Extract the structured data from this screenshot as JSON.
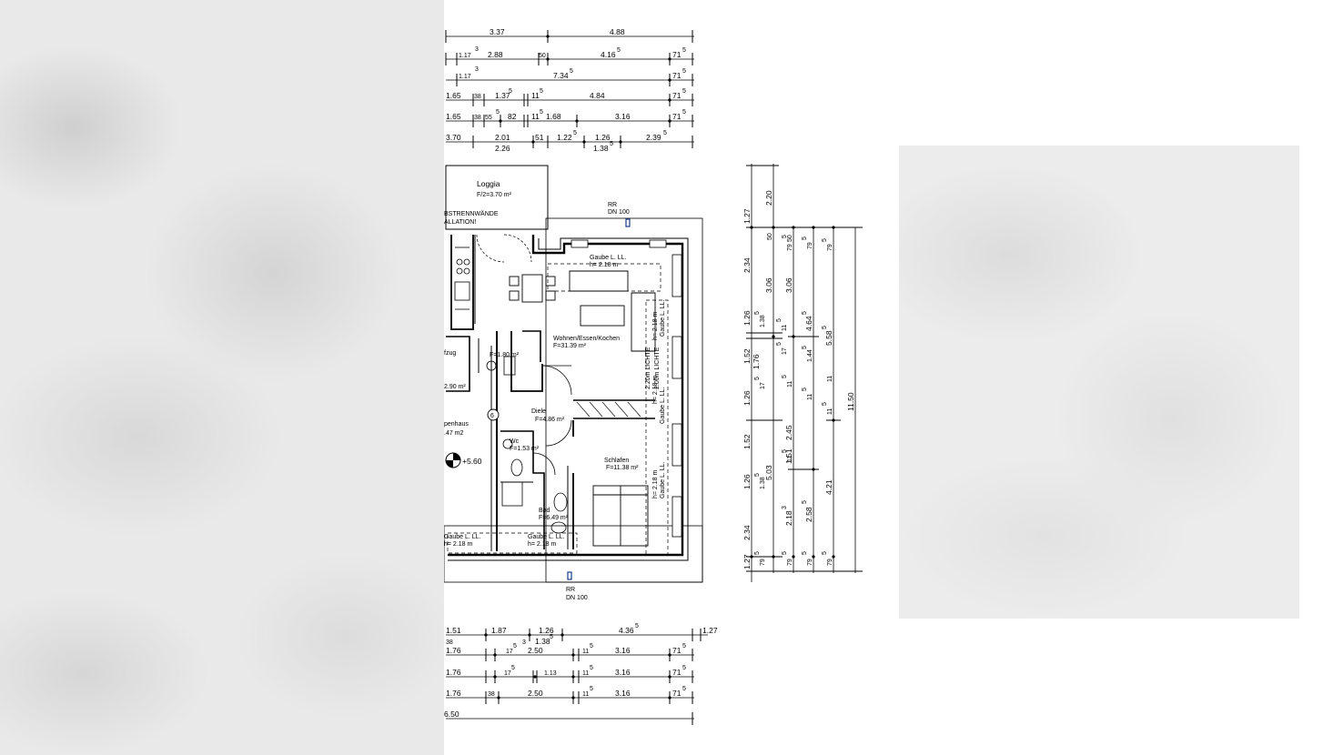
{
  "top_dims": {
    "row1": [
      "3.37",
      "4.88"
    ],
    "row2": [
      "1.17",
      "3",
      "2.88",
      "50",
      "4.16",
      "5",
      "71",
      "5"
    ],
    "row3": [
      "1.17",
      "3",
      "7.34",
      "5",
      "71",
      "5"
    ],
    "row4": [
      "1.65",
      "38",
      "1.37",
      "5",
      "11",
      "5",
      "4.84",
      "71",
      "5"
    ],
    "row5": [
      "1.65",
      "38",
      "55",
      "5",
      "82",
      "11",
      "5",
      "1.68",
      "3.16",
      "71",
      "5"
    ],
    "row6": [
      "3.70",
      "2.01",
      "51",
      "1.22",
      "5",
      "1.26",
      "2.39",
      "5"
    ],
    "row6b": [
      "2.26",
      "1.38",
      "5"
    ]
  },
  "rooms": {
    "loggia_name": "Loggia",
    "loggia_area": "F/2=3.70 m²",
    "loggia_note1": "BSTRENNWÄNDE",
    "loggia_note2": "ALLATION!",
    "wohnen_name": "Wohnen/Essen/Kochen",
    "wohnen_area": "F=31.39 m²",
    "diele_name": "Diele",
    "diele_area": "F=4.86 m²",
    "schlafen_name": "Schlafen",
    "schlafen_area": "F=11.38 m²",
    "bad_name": "Bad",
    "bad_area": "F=6.49 m²",
    "wc_name": "Wc",
    "wc_area": "F=1.53 m²",
    "hwr_area": "F=1.80 m²",
    "aufzug": "fzug",
    "aufzug_area": "2.90 m²",
    "treppenhaus": "penhaus",
    "treppenhaus_area": ".47 m2",
    "level": "+5.60",
    "circle_num": "6"
  },
  "labels": {
    "rr_top": "RR",
    "dn_top": "DN 100",
    "rr_bottom": "RR",
    "dn_bottom": "DN 100",
    "gaube_top": "Gaube L. LL.",
    "gaube_top2": "h= 2.18 m",
    "gaube_right1": "Gaube L. LL.",
    "gaube_right1b": "h= 2.18 m",
    "gaube_right2": "Gaube L. LL.",
    "gaube_right2b": "h= 2.18 m",
    "gaube_right3": "Gaube L. LL.",
    "gaube_right3b": "h= 2.18 m",
    "gaube_bottom1": "Gaube L. LL.",
    "gaube_bottom1b": "h= 2.18 m",
    "gaube_bottom2": "Gaube L. LL.",
    "gaube_bottom2b": "h= 2.18 m",
    "lh1": "2.20m LICHTE",
    "lh2": "2.00m LICHTE"
  },
  "right_dims": {
    "col1": [
      "2.20",
      "1.27",
      "2.34",
      "1.26",
      "1.52",
      "1.26",
      "1.52",
      "1.26",
      "2.34",
      "1.27"
    ],
    "col2": [
      "50",
      "3.06",
      "1.38",
      "5",
      "1.76",
      "17",
      "5",
      "1.38",
      "5",
      "5.03",
      "79",
      "5"
    ],
    "col3": [
      "50",
      "79",
      "5",
      "3.06",
      "11",
      "5",
      "17",
      "5",
      "11",
      "5",
      "2.45",
      "1.51",
      "11",
      "5",
      "2.18",
      "3",
      "79",
      "5"
    ],
    "col4": [
      "79",
      "5",
      "4.64",
      "5",
      "1.44",
      "5",
      "11",
      "5",
      "2.58",
      "5",
      "79",
      "5"
    ],
    "col5": [
      "79",
      "5",
      "5.58",
      "5",
      "11",
      "11",
      "5",
      "4.21",
      "79",
      "5"
    ],
    "col6": [
      "11.50"
    ]
  },
  "bottom_dims": {
    "row1": [
      "1.51",
      "1.87",
      "1.26",
      "4.36",
      "5",
      "1.27"
    ],
    "row1b": [
      "38",
      "3",
      "1.38",
      "5"
    ],
    "row2": [
      "1.76",
      "17",
      "5",
      "2.50",
      "11",
      "5",
      "3.16",
      "71",
      "5"
    ],
    "row3": [
      "1.76",
      "17",
      "5",
      "1.13",
      "11",
      "5",
      "3.16",
      "71",
      "5"
    ],
    "row4": [
      "1.76",
      "38",
      "2.50",
      "11",
      "5",
      "3.16",
      "71",
      "5"
    ],
    "row5": [
      "6.50"
    ]
  }
}
